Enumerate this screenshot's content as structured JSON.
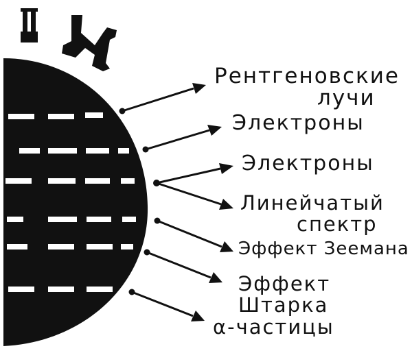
{
  "colors": {
    "ink": "#111111",
    "paper": "#ffffff"
  },
  "labels": {
    "xray_line1": "Рентгеновские",
    "xray_line2": "лучи",
    "electrons_1": "Электроны",
    "electrons_2": "Электроны",
    "line_spectrum_1": "Линейчатый",
    "line_spectrum_2": "спектр",
    "zeeman": "Эффект Зеемана",
    "stark_1": "Эффект",
    "stark_2": "Штарка",
    "alpha": "α-частицы"
  }
}
